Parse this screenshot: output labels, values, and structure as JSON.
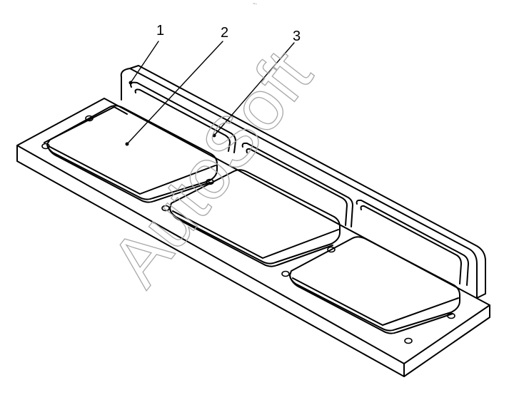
{
  "callouts": {
    "c1": "1",
    "c2": "2",
    "c3": "3"
  },
  "watermark": "AutoSoft",
  "stray_mark": "~-",
  "colors": {
    "line": "#000000",
    "background": "#ffffff",
    "watermark": "#a8a8a8"
  }
}
